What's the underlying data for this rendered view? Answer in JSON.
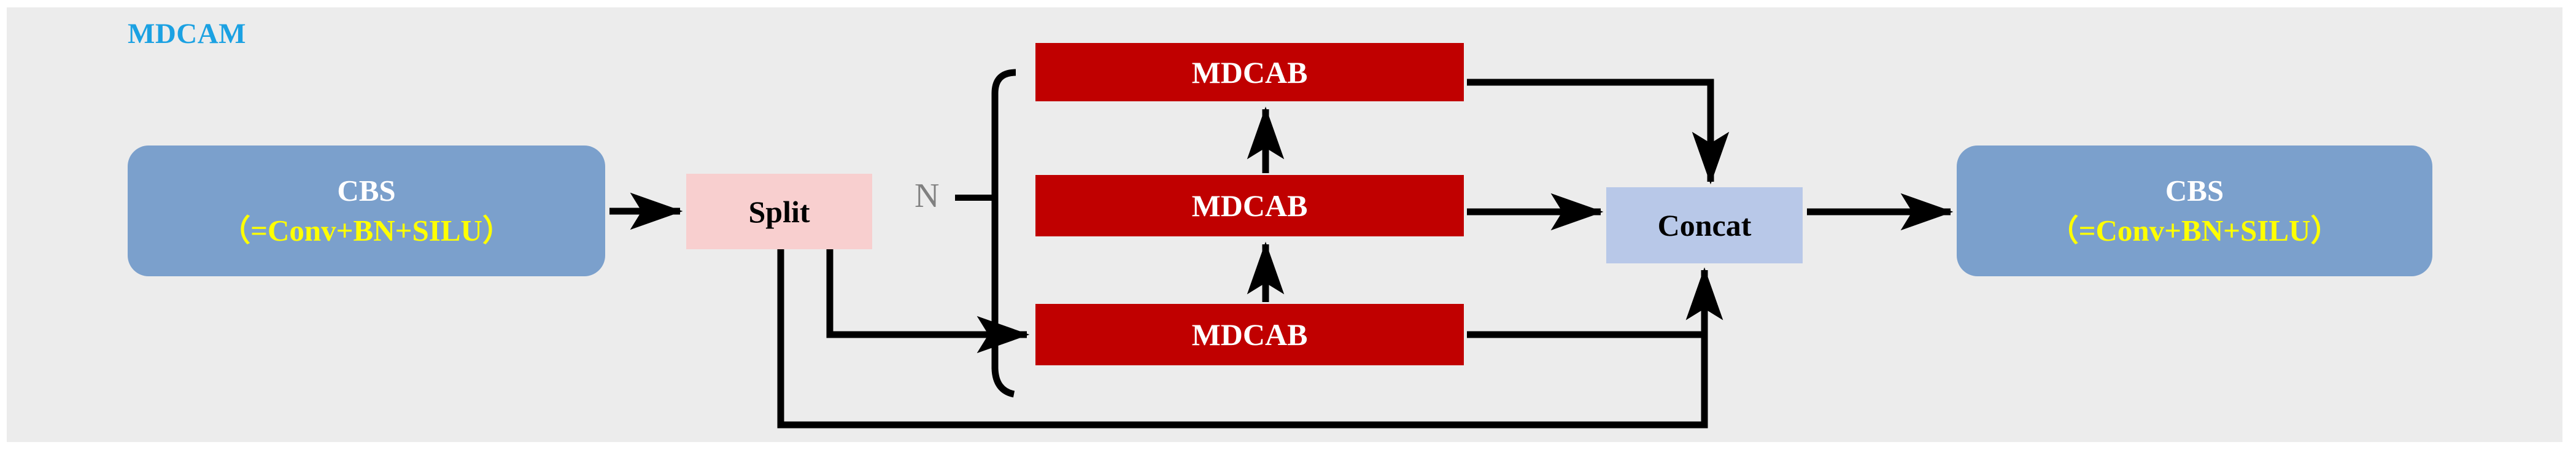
{
  "diagram": {
    "title": "MDCAM",
    "title_color": "#1ba1e2",
    "background_color": "#ececec",
    "canvas_color": "#ffffff"
  },
  "nodes": {
    "cbs_input": {
      "title": "CBS",
      "subtitle": "（=Conv+BN+SILU）",
      "fill": "#7ba0cc",
      "title_color": "#ffffff",
      "subtitle_color": "#ffff00"
    },
    "split": {
      "label": "Split",
      "fill": "#f8cfcf",
      "text_color": "#000000"
    },
    "mdcab_top": {
      "label": "MDCAB",
      "fill": "#c00000",
      "text_color": "#ffffff"
    },
    "mdcab_middle": {
      "label": "MDCAB",
      "fill": "#c00000",
      "text_color": "#ffffff"
    },
    "mdcab_bottom": {
      "label": "MDCAB",
      "fill": "#c00000",
      "text_color": "#ffffff"
    },
    "concat": {
      "label": "Concat",
      "fill": "#b8c8e8",
      "text_color": "#000000"
    },
    "cbs_output": {
      "title": "CBS",
      "subtitle": "（=Conv+BN+SILU）",
      "fill": "#7ba0cc",
      "title_color": "#ffffff",
      "subtitle_color": "#ffff00"
    }
  },
  "annotations": {
    "repeat_count": {
      "label": "N",
      "color": "#808080"
    }
  },
  "edges": [
    {
      "name": "cbs-input-to-split",
      "from": "cbs_input",
      "to": "split",
      "arrow": true
    },
    {
      "name": "split-to-mdcab-bottom",
      "from": "split",
      "to": "mdcab_bottom",
      "arrow": true
    },
    {
      "name": "bracket-to-mdcab-top",
      "from": "split",
      "to": "mdcab_top",
      "arrow": false
    },
    {
      "name": "mdcab-bottom-to-middle",
      "from": "mdcab_bottom",
      "to": "mdcab_middle",
      "arrow": true
    },
    {
      "name": "mdcab-middle-to-top",
      "from": "mdcab_middle",
      "to": "mdcab_top",
      "arrow": true
    },
    {
      "name": "mdcab-top-to-concat",
      "from": "mdcab_top",
      "to": "concat",
      "arrow": true
    },
    {
      "name": "mdcab-middle-to-concat",
      "from": "mdcab_middle",
      "to": "concat",
      "arrow": true
    },
    {
      "name": "mdcab-bottom-to-concat",
      "from": "mdcab_bottom",
      "to": "concat",
      "arrow": true
    },
    {
      "name": "split-skip-to-concat",
      "from": "split",
      "to": "concat",
      "arrow": true
    },
    {
      "name": "concat-to-cbs-output",
      "from": "concat",
      "to": "cbs_output",
      "arrow": true
    }
  ]
}
